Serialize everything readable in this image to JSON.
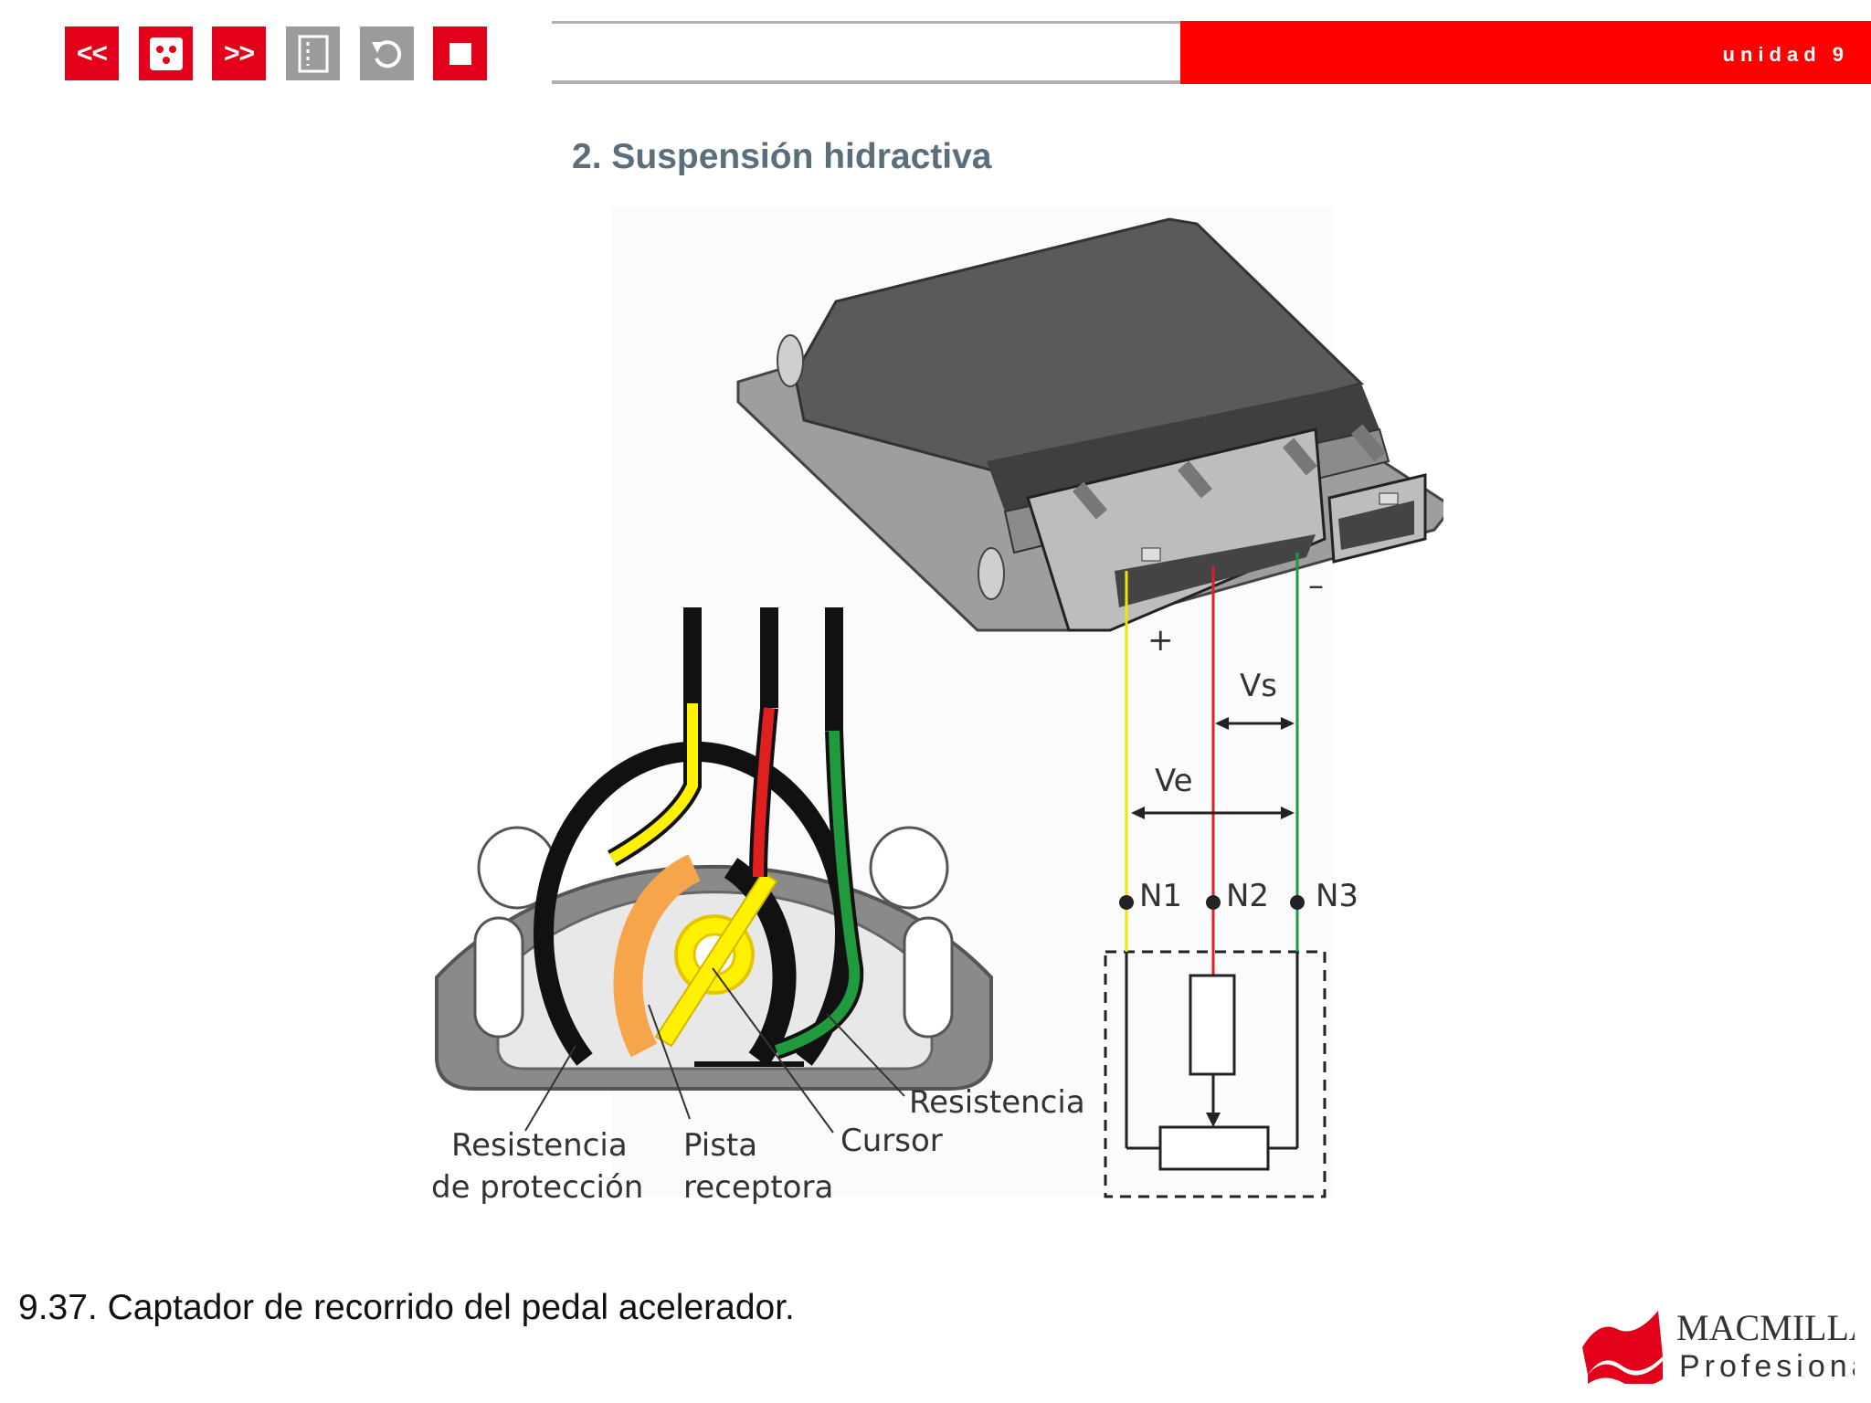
{
  "nav": {
    "prev_label": "<<",
    "next_label": ">>"
  },
  "header": {
    "unit_label": "unidad 9"
  },
  "section_title": "2. Suspensión hidractiva",
  "diagram": {
    "labels": {
      "resistencia_proteccion_1": "Resistencia",
      "resistencia_proteccion_2": "de protección",
      "pista_1": "Pista",
      "pista_2": "receptora",
      "cursor": "Cursor",
      "resistencia": "Resistencia",
      "vs": "Vs",
      "ve": "Ve",
      "n1": "N1",
      "n2": "N2",
      "n3": "N3",
      "plus": "+",
      "minus": "–"
    },
    "wire_colors": {
      "n1": "#f5e400",
      "n2": "#e0201f",
      "n3": "#1f9a3c"
    }
  },
  "caption": "9.37. Captador de recorrido del pedal acelerador.",
  "logo": {
    "line1": "MACMILLAN",
    "line2": "Profesional"
  },
  "colors": {
    "accent_red": "#e2001a",
    "bar_red": "#ff0000",
    "title": "#5a6e7c"
  }
}
